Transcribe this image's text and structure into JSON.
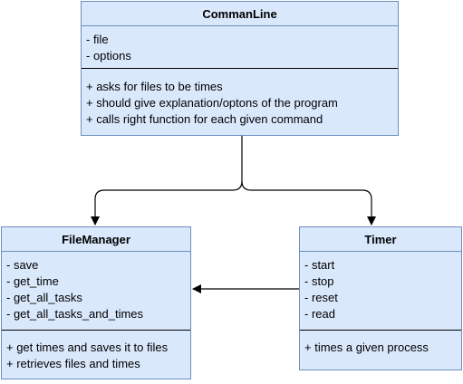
{
  "classes": {
    "commanline": {
      "title": "CommanLine",
      "attributes": [
        "- file",
        "- options"
      ],
      "methods": [
        "+ asks for files to be times",
        "+ should give explanation/optons of the program",
        "+ calls right function for each given command"
      ]
    },
    "filemanager": {
      "title": "FileManager",
      "attributes": [
        "- save",
        "- get_time",
        "- get_all_tasks",
        "- get_all_tasks_and_times"
      ],
      "methods": [
        "+ get times and saves it to files",
        "+ retrieves files and times"
      ]
    },
    "timer": {
      "title": "Timer",
      "attributes": [
        "- start",
        "- stop",
        "- reset",
        "- read"
      ],
      "methods": [
        "+ times a given process"
      ]
    }
  },
  "colors": {
    "box_fill": "#dae8fc",
    "box_border": "#6c8ebf",
    "divider": "#000000",
    "connector": "#000000"
  }
}
